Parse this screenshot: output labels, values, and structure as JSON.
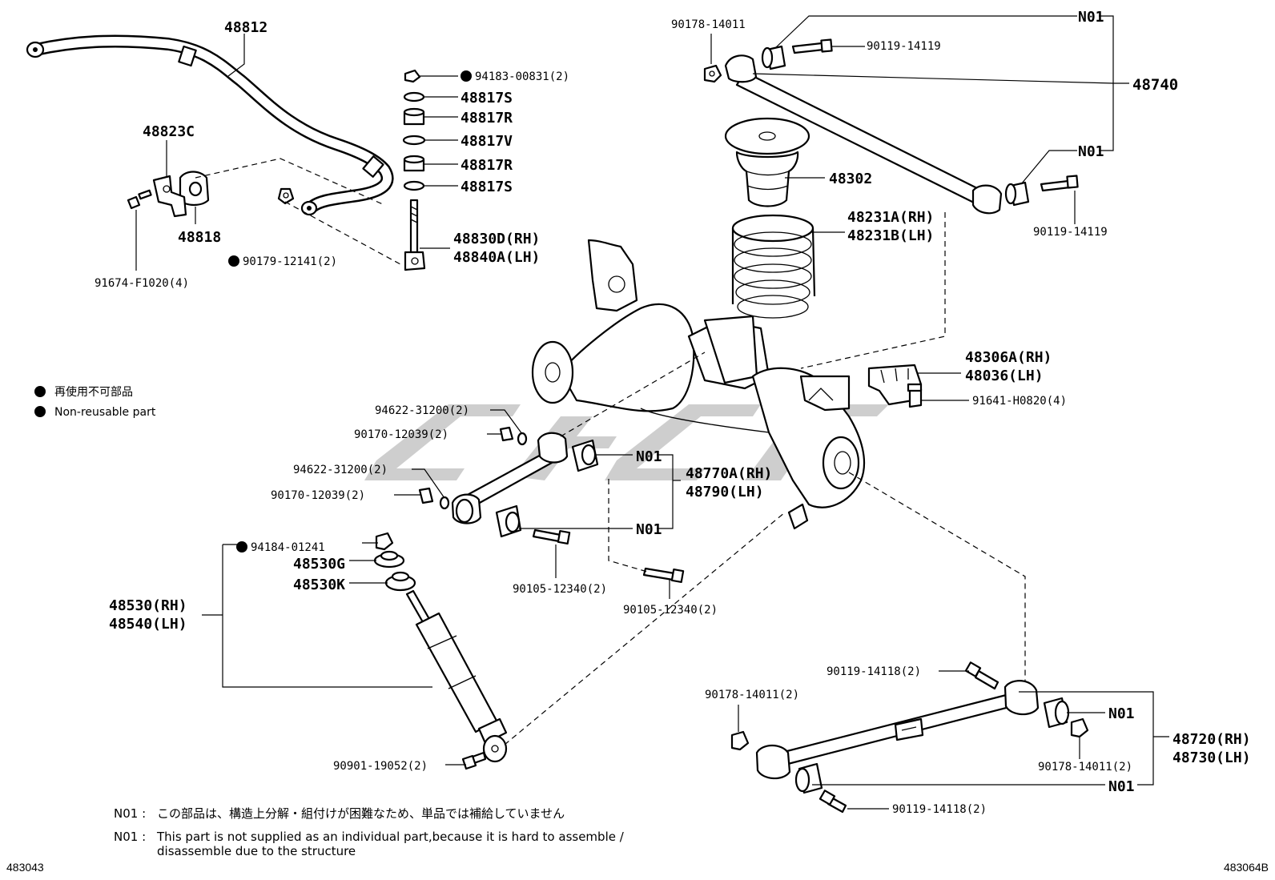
{
  "labels": {
    "p48812": "48812",
    "p48823c": "48823C",
    "p48818": "48818",
    "p91674": "91674-F1020(4)",
    "p90179": "90179-12141(2)",
    "p94183": "94183-00831(2)",
    "p48817s_top": "48817S",
    "p48817r_top": "48817R",
    "p48817v": "48817V",
    "p48817r_bot": "48817R",
    "p48817s_bot": "48817S",
    "p48830d": "48830D(RH)",
    "p48840a": "48840A(LH)",
    "p90178_top": "90178-14011",
    "p90119_top": "90119-14119",
    "n01_top": "N01",
    "p48740": "48740",
    "n01_mid": "N01",
    "p90119_right": "90119-14119",
    "p48302": "48302",
    "p48231a": "48231A(RH)",
    "p48231b": "48231B(LH)",
    "p48306a": "48306A(RH)",
    "p48036": "48036(LH)",
    "p91641": "91641-H0820(4)",
    "p94622_a": "94622-31200(2)",
    "p90170_a": "90170-12039(2)",
    "p94622_b": "94622-31200(2)",
    "p90170_b": "90170-12039(2)",
    "n01_arm_top": "N01",
    "n01_arm_bot": "N01",
    "p48770a": "48770A(RH)",
    "p48790": "48790(LH)",
    "p90105_a": "90105-12340(2)",
    "p90105_b": "90105-12340(2)",
    "p94184": "94184-01241",
    "p48530g": "48530G",
    "p48530k": "48530K",
    "p48530": "48530(RH)",
    "p48540": "48540(LH)",
    "p90901": "90901-19052(2)",
    "p90119_lower_top": "90119-14118(2)",
    "p90178_lower_left": "90178-14011(2)",
    "n01_lower_top": "N01",
    "p48720": "48720(RH)",
    "p48730": "48730(LH)",
    "p90178_lower_right": "90178-14011(2)",
    "n01_lower_bot": "N01",
    "p90119_lower_bot": "90119-14118(2)"
  },
  "legend": {
    "jp": "再使用不可部品",
    "en": "Non-reusable part"
  },
  "notes": {
    "code_jp": "N01 :",
    "text_jp": "この部品は、構造上分解・組付けが困難なため、単品では補給していません",
    "code_en": "N01 :",
    "text_en_1": "This part is not supplied as an individual part,because it is hard to assemble /",
    "text_en_2": "disassemble due to the structure"
  },
  "footer": {
    "left": "483043",
    "right": "483064B"
  }
}
